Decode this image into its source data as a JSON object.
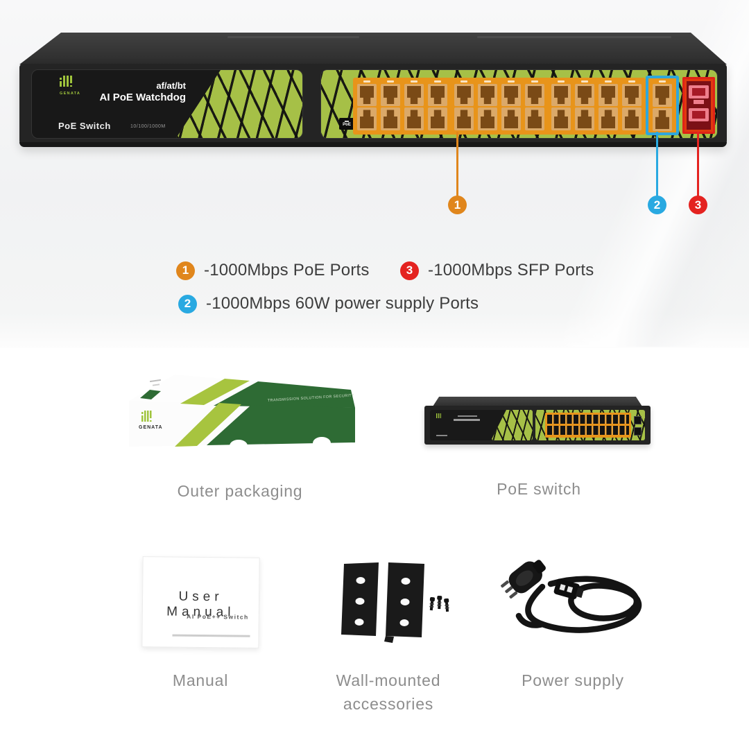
{
  "hero": {
    "device": {
      "brand": "GENATA",
      "badge_line1": "af/at/bt",
      "badge_line2": "AI PoE Watchdog",
      "label_left": "PoE Switch",
      "label_model": "10/100/1000M",
      "poe_chip": "PoE",
      "ports": {
        "groups": 3,
        "cols_per_group": 4,
        "rows": 2,
        "uplink_cols": 1,
        "sfp_count": 2
      }
    },
    "callouts": {
      "one": {
        "num": "1",
        "label": "-1000Mbps PoE Ports",
        "color": "#e0861c"
      },
      "two": {
        "num": "2",
        "label": "-1000Mbps 60W power supply Ports",
        "color": "#29a9e1"
      },
      "three": {
        "num": "3",
        "label": "-1000Mbps SFP Ports",
        "color": "#e42320"
      }
    }
  },
  "package": {
    "box": {
      "brand": "GENATA",
      "tagline": "TRANSMISSION SOLUTION FOR SECURITY",
      "caption": "Outer packaging"
    },
    "switch": {
      "caption": "PoE switch"
    },
    "manual": {
      "title": "User Manual",
      "subtitle": "AI PoE++ Switch",
      "caption": "Manual"
    },
    "bracket": {
      "caption_line1": "Wall-mounted",
      "caption_line2": "accessories"
    },
    "power": {
      "caption": "Power supply"
    }
  },
  "colors": {
    "panel_green": "#a6c047",
    "port_orange": "#e8941a",
    "brand_green": "#9fc43c",
    "callout_orange": "#e0861c",
    "callout_blue": "#29a9e1",
    "callout_red": "#e42320",
    "caption_gray": "#8d8d8d",
    "legend_text": "#3d3d3d"
  }
}
